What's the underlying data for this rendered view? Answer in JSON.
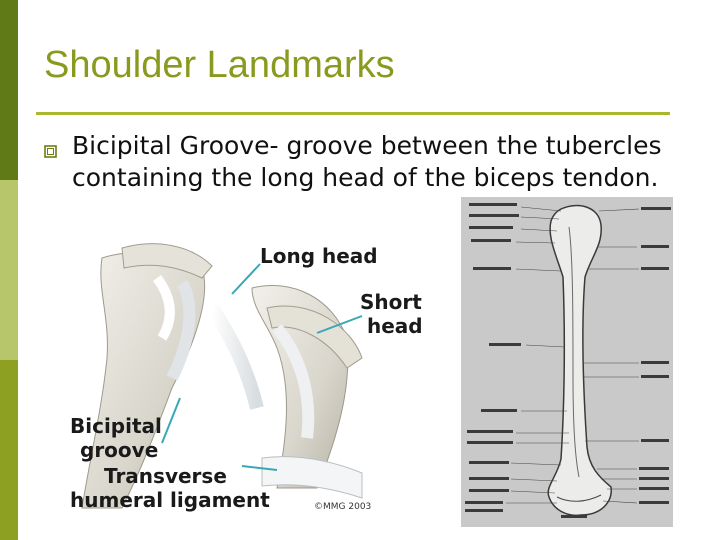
{
  "slide": {
    "title": "Shoulder Landmarks",
    "bullets": [
      {
        "text": "Bicipital Groove- groove between the tubercles containing the long head of the biceps tendon."
      }
    ]
  },
  "figure_left": {
    "labels": {
      "long_head": "Long head",
      "short_head_1": "Short",
      "short_head_2": "head",
      "bicipital_1": "Bicipital",
      "bicipital_2": "groove",
      "transverse_1": "Transverse",
      "transverse_2": "humeral ligament"
    },
    "copyright": "©MMG 2003"
  },
  "colors": {
    "sidebar_dark": "#5f7a17",
    "sidebar_light": "#b7c56b",
    "sidebar_mid": "#8ea021",
    "title": "#8a9a1e",
    "rule": "#a9b82c",
    "tendon_line": "#37a8b5"
  }
}
